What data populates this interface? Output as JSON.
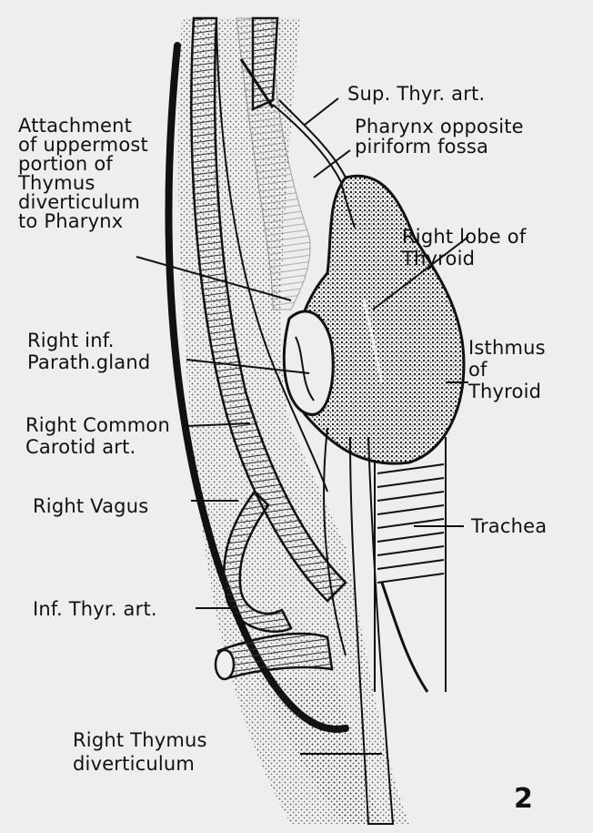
{
  "labels": {
    "sup_thyr_art": "Sup. Thyr. art.",
    "pharynx": "Pharynx opposite\npiriform fossa",
    "attachment": "Attachment\nof uppermost\nportion of\nThymus\ndiverticulum\nto Pharynx",
    "right_lobe": "Right lobe of\nThyroid",
    "right_inf_parath": "Right inf.\nParath.gland",
    "isthmus": "Isthmus\nof\nThyroid",
    "right_common_carotid": "Right Common\nCarotid art.",
    "right_vagus": "Right Vagus",
    "trachea": "Trachea",
    "inf_thyr_art": "Inf. Thyr. art.",
    "right_thymus_div": "Right Thymus\ndiverticulum"
  },
  "figure_number": "2",
  "colors": {
    "ink": "#111111",
    "paper": "#efedee",
    "bleed_text": "#d3cfd0"
  }
}
